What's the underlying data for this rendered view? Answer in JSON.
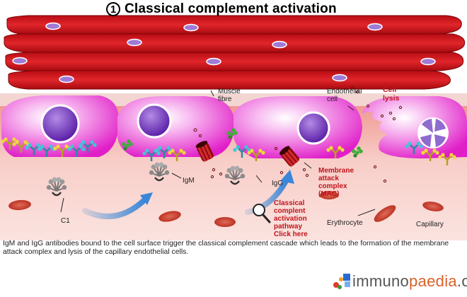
{
  "diagram": {
    "step_number": "1",
    "title": "Classical complement activation",
    "labels": {
      "muscle_fibre": [
        "Muscle",
        "fibre"
      ],
      "endothelial_cell": [
        "Endothelial",
        "cell"
      ],
      "cell_lysis": [
        "Cell",
        "lysis"
      ],
      "igm": "IgM",
      "igg": "IgG",
      "c1": "C1",
      "mac": [
        "Membrane",
        "attack",
        "complex",
        "(MAC)"
      ],
      "pathway_link": [
        "Classical",
        "complent",
        "activation",
        "pathway",
        "Click here"
      ],
      "erythrocyte": "Erythrocyte",
      "capillary": "Capillary"
    },
    "caption": "IgM and IgG antibodies bound to the cell surface trigger the classical complement cascade which leads to the formation of the membrane attack complex and lysis of the capillary endothelial cells.",
    "logo": {
      "part1": "immuno",
      "part2": "paedia",
      "part3": ".org"
    },
    "colors": {
      "muscle": "#d2131b",
      "endothelium": "#e83ad4",
      "nucleus": "#6a27b8",
      "plasma": "#f9c9c4",
      "erythrocyte": "#c43a2a",
      "label_red": "#c0141c"
    }
  }
}
